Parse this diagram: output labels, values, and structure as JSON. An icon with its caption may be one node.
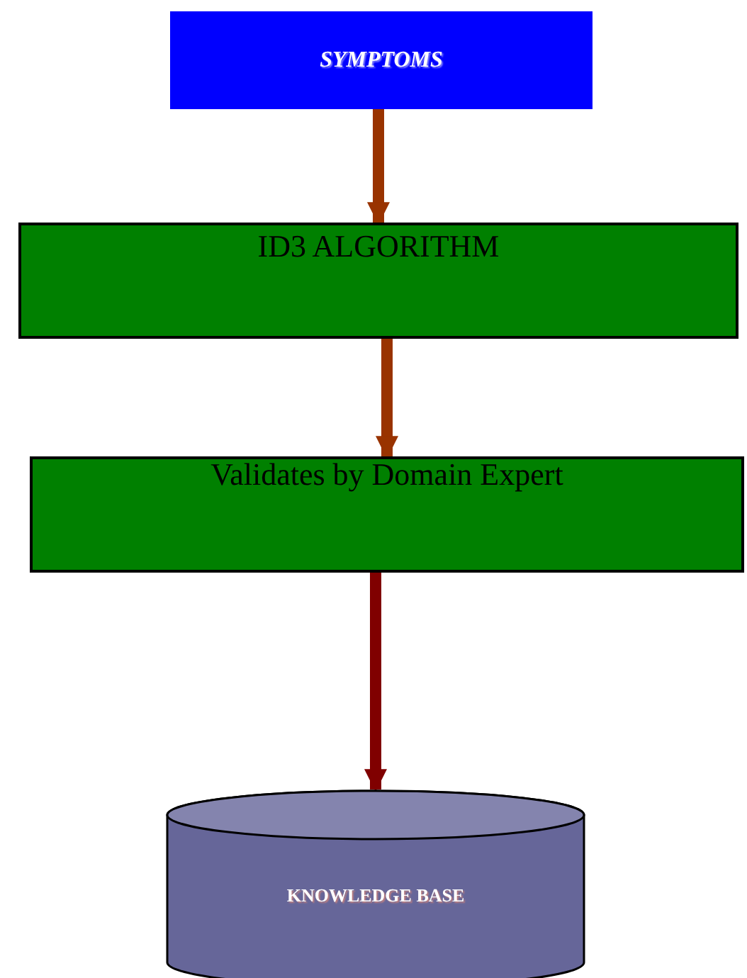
{
  "diagram": {
    "nodes": [
      {
        "text": [
          "SYMPTOMS"
        ]
      },
      {
        "text": [
          "ID3 ALGORITHM"
        ]
      },
      {
        "text": [
          "Validates by Domain Expert"
        ]
      },
      {
        "text": [
          "KNOWLEDGE BASE"
        ]
      }
    ],
    "edges": [
      {
        "from": 0,
        "to": 1,
        "arrow": "to"
      },
      {
        "from": 1,
        "to": 2,
        "arrow": "to"
      },
      {
        "from": 2,
        "to": 3,
        "arrow": "to",
        "color": "#800000"
      }
    ]
  }
}
